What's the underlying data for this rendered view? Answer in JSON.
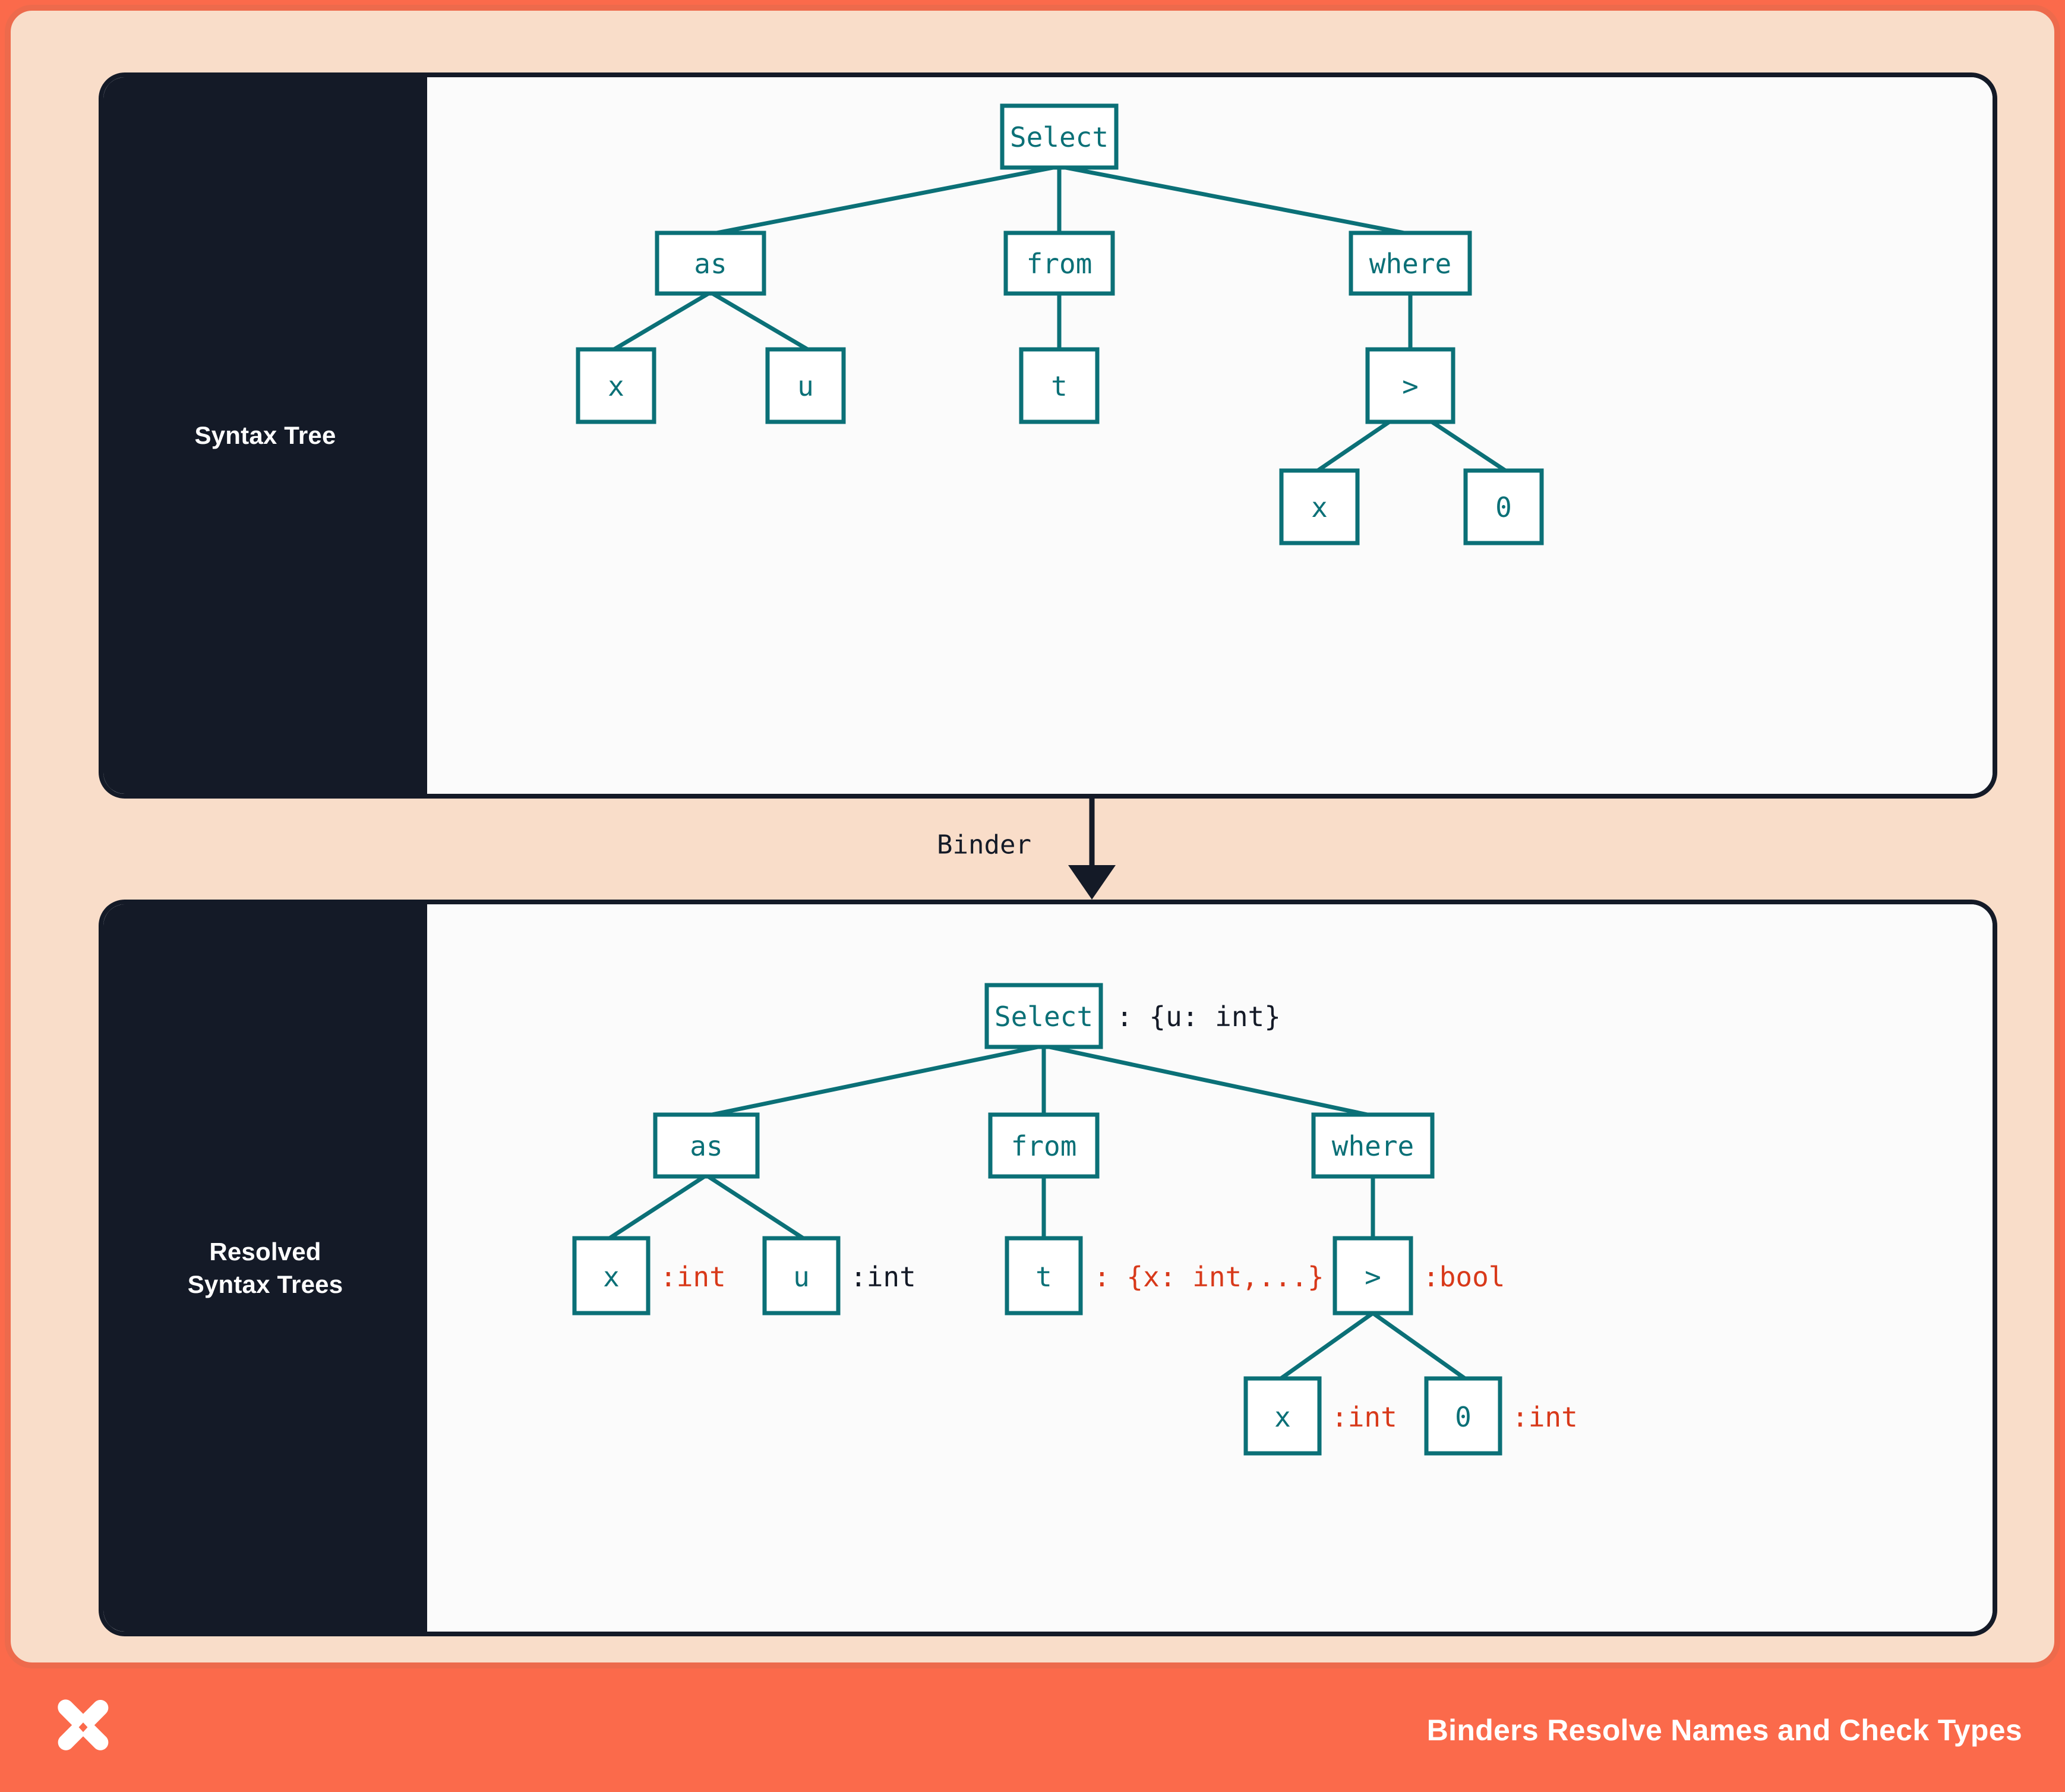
{
  "theme": {
    "frame_border": "#ed6a4c",
    "page_background": "#f9ddc9",
    "footer_background": "#fb6a4b",
    "card_border": "#141a27",
    "card_sidebar": "#141a27",
    "card_canvas": "#fbfbfb",
    "node_stroke": "#0b7077",
    "node_text": "#0b7077",
    "annotation_dark": "#141a27",
    "annotation_red": "#d8391a"
  },
  "panels": [
    {
      "id": "syntax-tree",
      "label": "Syntax Tree"
    },
    {
      "id": "resolved-syntax-trees",
      "label_line1": "Resolved",
      "label_line2": "Syntax Trees"
    }
  ],
  "binder": {
    "label": "Binder",
    "arrow": "down-arrow"
  },
  "footer": {
    "caption": "Binders Resolve Names and Check Types",
    "logo": "x-mark-logo"
  },
  "chart_data": {
    "type": "diagram",
    "title": "Binders Resolve Names and Check Types",
    "trees": [
      {
        "name": "syntax-tree",
        "caption": "Syntax Tree",
        "annotated": false,
        "nodes": [
          {
            "id": "select",
            "label": "Select",
            "annotation": "",
            "annotation_color": ""
          },
          {
            "id": "as",
            "label": "as",
            "annotation": "",
            "annotation_color": ""
          },
          {
            "id": "from",
            "label": "from",
            "annotation": "",
            "annotation_color": ""
          },
          {
            "id": "where",
            "label": "where",
            "annotation": "",
            "annotation_color": ""
          },
          {
            "id": "as-x",
            "label": "x",
            "annotation": "",
            "annotation_color": ""
          },
          {
            "id": "as-u",
            "label": "u",
            "annotation": "",
            "annotation_color": ""
          },
          {
            "id": "from-t",
            "label": "t",
            "annotation": "",
            "annotation_color": ""
          },
          {
            "id": "gt",
            "label": ">",
            "annotation": "",
            "annotation_color": ""
          },
          {
            "id": "gt-x",
            "label": "x",
            "annotation": "",
            "annotation_color": ""
          },
          {
            "id": "gt-0",
            "label": "0",
            "annotation": "",
            "annotation_color": ""
          }
        ],
        "edges": [
          [
            "select",
            "as"
          ],
          [
            "select",
            "from"
          ],
          [
            "select",
            "where"
          ],
          [
            "as",
            "as-x"
          ],
          [
            "as",
            "as-u"
          ],
          [
            "from",
            "from-t"
          ],
          [
            "where",
            "gt"
          ],
          [
            "gt",
            "gt-x"
          ],
          [
            "gt",
            "gt-0"
          ]
        ]
      },
      {
        "name": "resolved-syntax-tree",
        "caption": "Resolved Syntax Trees",
        "annotated": true,
        "nodes": [
          {
            "id": "select",
            "label": "Select",
            "annotation": ": {u: int}",
            "annotation_color": "dark"
          },
          {
            "id": "as",
            "label": "as",
            "annotation": "",
            "annotation_color": ""
          },
          {
            "id": "from",
            "label": "from",
            "annotation": "",
            "annotation_color": ""
          },
          {
            "id": "where",
            "label": "where",
            "annotation": "",
            "annotation_color": ""
          },
          {
            "id": "as-x",
            "label": "x",
            "annotation": ":int",
            "annotation_color": "red"
          },
          {
            "id": "as-u",
            "label": "u",
            "annotation": ":int",
            "annotation_color": "dark"
          },
          {
            "id": "from-t",
            "label": "t",
            "annotation": ": {x: int,...}",
            "annotation_color": "red"
          },
          {
            "id": "gt",
            "label": ">",
            "annotation": ":bool",
            "annotation_color": "red"
          },
          {
            "id": "gt-x",
            "label": "x",
            "annotation": ":int",
            "annotation_color": "red"
          },
          {
            "id": "gt-0",
            "label": "0",
            "annotation": ":int",
            "annotation_color": "red"
          }
        ],
        "edges": [
          [
            "select",
            "as"
          ],
          [
            "select",
            "from"
          ],
          [
            "select",
            "where"
          ],
          [
            "as",
            "as-x"
          ],
          [
            "as",
            "as-u"
          ],
          [
            "from",
            "from-t"
          ],
          [
            "where",
            "gt"
          ],
          [
            "gt",
            "gt-x"
          ],
          [
            "gt",
            "gt-0"
          ]
        ]
      }
    ],
    "transition": {
      "from": "syntax-tree",
      "to": "resolved-syntax-tree",
      "label": "Binder"
    }
  }
}
